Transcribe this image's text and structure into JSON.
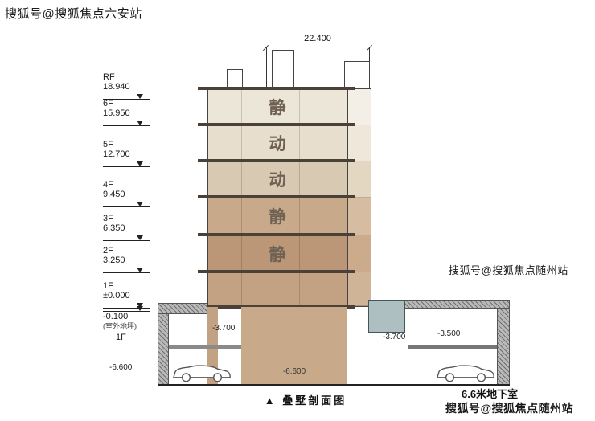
{
  "watermarks": {
    "top_left": "搜狐号@搜狐焦点六安站",
    "mid_right": "搜狐号@搜狐焦点随州站",
    "bottom_right": "搜狐号@搜狐焦点随州站"
  },
  "top_dimension": "22.400",
  "levels": [
    {
      "name": "RF",
      "elev": "18.940"
    },
    {
      "name": "6F",
      "elev": "15.950"
    },
    {
      "name": "5F",
      "elev": "12.700"
    },
    {
      "name": "4F",
      "elev": "9.450"
    },
    {
      "name": "3F",
      "elev": "6.350"
    },
    {
      "name": "2F",
      "elev": "3.250"
    },
    {
      "name": "1F",
      "elev": "±0.000"
    },
    {
      "name": "",
      "elev": "-0.100",
      "note": "(室外地坪)"
    }
  ],
  "floors": [
    {
      "label": "静",
      "color": "#ece6d9",
      "annex_color": "#f4efe6"
    },
    {
      "label": "动",
      "color": "#e7decd",
      "annex_color": "#efe8da"
    },
    {
      "label": "动",
      "color": "#d8c9b2",
      "annex_color": "#e3d7c2"
    },
    {
      "label": "静",
      "color": "#c8a98a",
      "annex_color": "#d6bda1"
    },
    {
      "label": "静",
      "color": "#bb9677",
      "annex_color": "#ccab8d"
    },
    {
      "label": "",
      "color": "#c2a283",
      "annex_color": "#cfb497"
    }
  ],
  "labels": {
    "basement_1f": "1F",
    "left_bottom_elev": "-6.600",
    "center_bottom_elev": "-6.600",
    "left_mid_elev": "-3.700",
    "right_mid_elev": "-3.700",
    "right_level_elev": "-3.500"
  },
  "caption": "▲ 叠墅剖面图",
  "basement_note": "6.6米地下室",
  "colors": {
    "slab": "#4a4238",
    "basement": "#c8a98a",
    "basement_column": "#c2a283",
    "blue_block": "#aebfc1"
  }
}
